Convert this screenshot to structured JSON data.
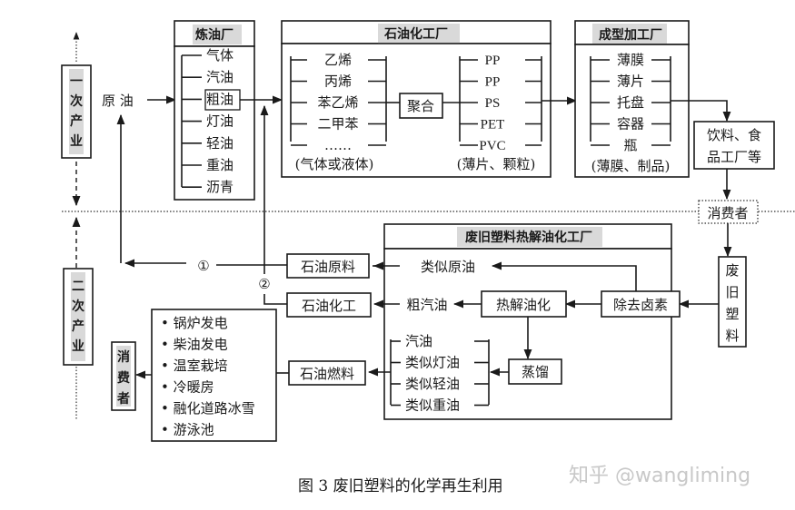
{
  "sidebar": {
    "primary_industry": [
      "一",
      "次",
      "产",
      "业"
    ],
    "secondary_industry": [
      "二",
      "次",
      "产",
      "业"
    ]
  },
  "crude_oil_label": "原 油",
  "refinery": {
    "title": "炼油厂",
    "products": [
      "气体",
      "汽油",
      "粗油",
      "灯油",
      "轻油",
      "重油",
      "沥青"
    ],
    "highlighted": "粗油"
  },
  "petrochem": {
    "title": "石油化工厂",
    "monomers": [
      "乙烯",
      "丙烯",
      "苯乙烯",
      "二甲苯",
      "……"
    ],
    "monomers_note": "(气体或液体)",
    "process": "聚合",
    "polymers": [
      "PP",
      "PP",
      "PS",
      "PET",
      "PVC"
    ],
    "polymers_note": "(薄片、颗粒)"
  },
  "molding": {
    "title": "成型加工厂",
    "products": [
      "薄膜",
      "薄片",
      "托盘",
      "容器",
      "瓶"
    ],
    "note": "(薄膜、制品)"
  },
  "food_factory": [
    "饮料、食",
    "品工厂等"
  ],
  "consumer_top": "消费者",
  "waste_plastic": [
    "废",
    "旧",
    "塑",
    "料"
  ],
  "pyrolysis": {
    "title": "废旧塑料热解油化工厂",
    "similar_crude": "类似原油",
    "crude_gasoline": "粗汽油",
    "pyrolysis_step": "热解油化",
    "dehalogenation": "除去卤素",
    "distillation": "蒸馏",
    "distill_products": [
      "汽油",
      "类似灯油",
      "类似轻油",
      "类似重油"
    ]
  },
  "outputs": {
    "raw_material": "石油原料",
    "petrochemical": "石油化工",
    "fuel": "石油燃料",
    "route1": "①",
    "route2": "②"
  },
  "fuel_uses": [
    "• 锅炉发电",
    "• 柴油发电",
    "• 温室栽培",
    "• 冷暖房",
    "• 融化道路冰雪",
    "• 游泳池"
  ],
  "consumer_bottom": [
    "消",
    "费",
    "者"
  ],
  "caption": "图 3  废旧塑料的化学再生利用",
  "watermark": "知乎 @wangliming"
}
